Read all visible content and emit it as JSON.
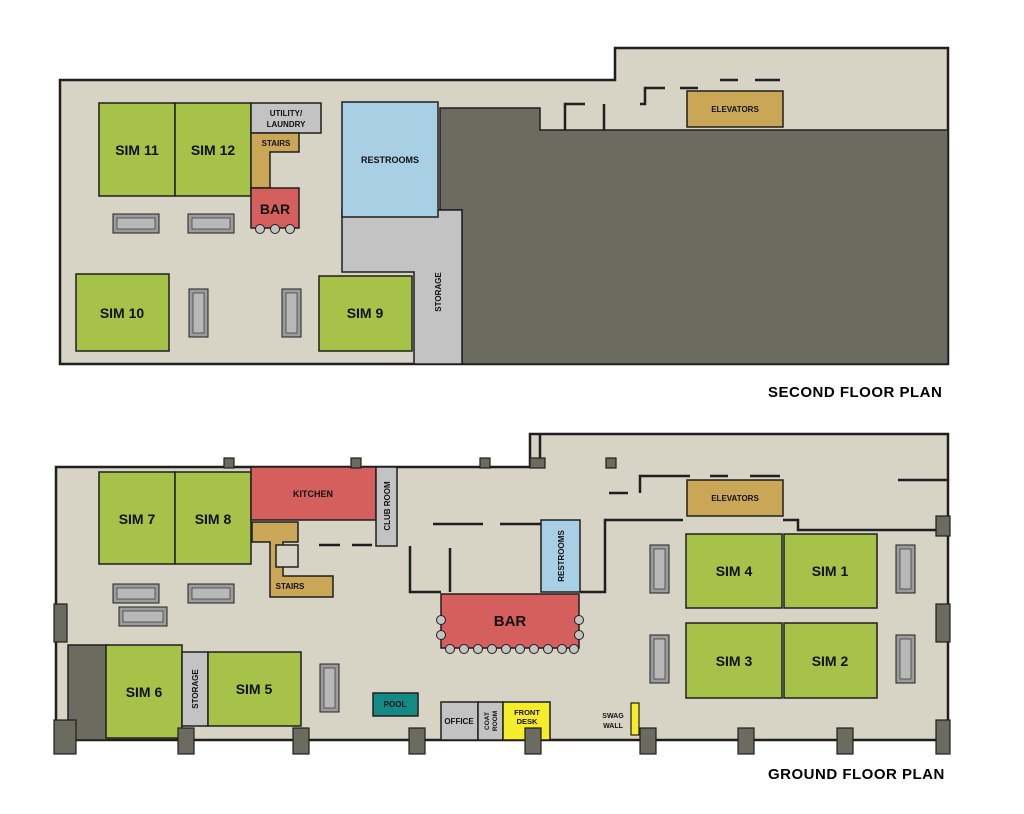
{
  "colors": {
    "floor": "#d7d4c6",
    "wall": "#1f1f1f",
    "sim": "#a6c248",
    "dark": "#6b6b60",
    "bar": "#d45f5c",
    "restroom": "#a9cfe4",
    "gray_room": "#c3c3c3",
    "tan": "#c9a756",
    "pool": "#138a86",
    "front_desk": "#f7ec2a",
    "couch": "#9c9c9c"
  },
  "second_floor": {
    "title": "SECOND FLOOR PLAN",
    "rooms": {
      "sim11": "SIM 11",
      "sim12": "SIM 12",
      "sim10": "SIM 10",
      "sim9": "SIM 9",
      "utility_line1": "UTILITY/",
      "utility_line2": "LAUNDRY",
      "stairs": "STAIRS",
      "bar": "BAR",
      "restrooms": "RESTROOMS",
      "storage": "STORAGE",
      "elevators": "ELEVATORS"
    }
  },
  "ground_floor": {
    "title": "GROUND FLOOR PLAN",
    "rooms": {
      "sim7": "SIM 7",
      "sim8": "SIM 8",
      "sim6": "SIM 6",
      "sim5": "SIM 5",
      "sim4": "SIM 4",
      "sim1": "SIM 1",
      "sim3": "SIM 3",
      "sim2": "SIM 2",
      "kitchen": "KITCHEN",
      "club_room": "CLUB ROOM",
      "stairs": "STAIRS",
      "storage": "STORAGE",
      "restrooms": "RESTROOMS",
      "bar": "BAR",
      "pool": "POOL",
      "office": "OFFICE",
      "coat_line1": "COAT",
      "coat_line2": "ROOM",
      "front_desk_line1": "FRONT",
      "front_desk_line2": "DESK",
      "swag_line1": "SWAG",
      "swag_line2": "WALL",
      "elevators": "ELEVATORS"
    }
  }
}
